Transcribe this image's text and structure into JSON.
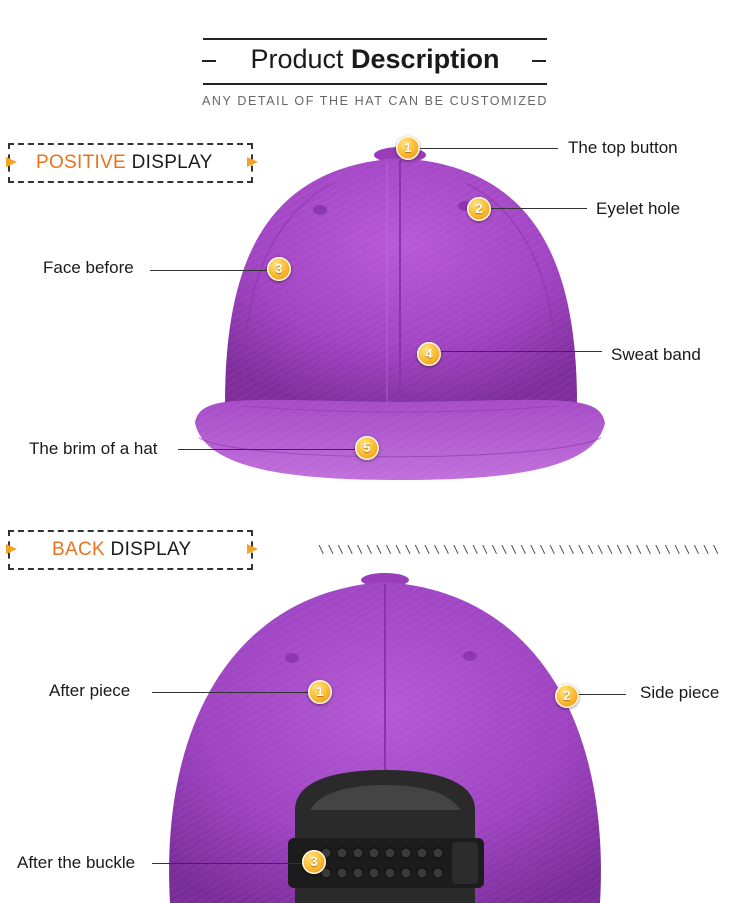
{
  "header": {
    "title_light": "Product",
    "title_bold": "Description",
    "subtitle": "ANY DETAIL OF THE HAT CAN BE CUSTOMIZED"
  },
  "sections": {
    "positive": {
      "accent": "POSITIVE",
      "rest": "DISPLAY"
    },
    "back": {
      "accent": "BACK",
      "rest": "DISPLAY"
    }
  },
  "front_callouts": [
    {
      "num": "1",
      "label": "The top button"
    },
    {
      "num": "2",
      "label": "Eyelet hole"
    },
    {
      "num": "3",
      "label": "Face before"
    },
    {
      "num": "4",
      "label": "Sweat band"
    },
    {
      "num": "5",
      "label": "The brim of a hat"
    }
  ],
  "back_callouts": [
    {
      "num": "1",
      "label": "After piece"
    },
    {
      "num": "2",
      "label": "Side piece"
    },
    {
      "num": "3",
      "label": "After the buckle"
    }
  ],
  "colors": {
    "accent": "#e8731f",
    "arrow": "#f4a21f",
    "cap_purple": "#a447c8",
    "badge": "#fbbd32"
  }
}
